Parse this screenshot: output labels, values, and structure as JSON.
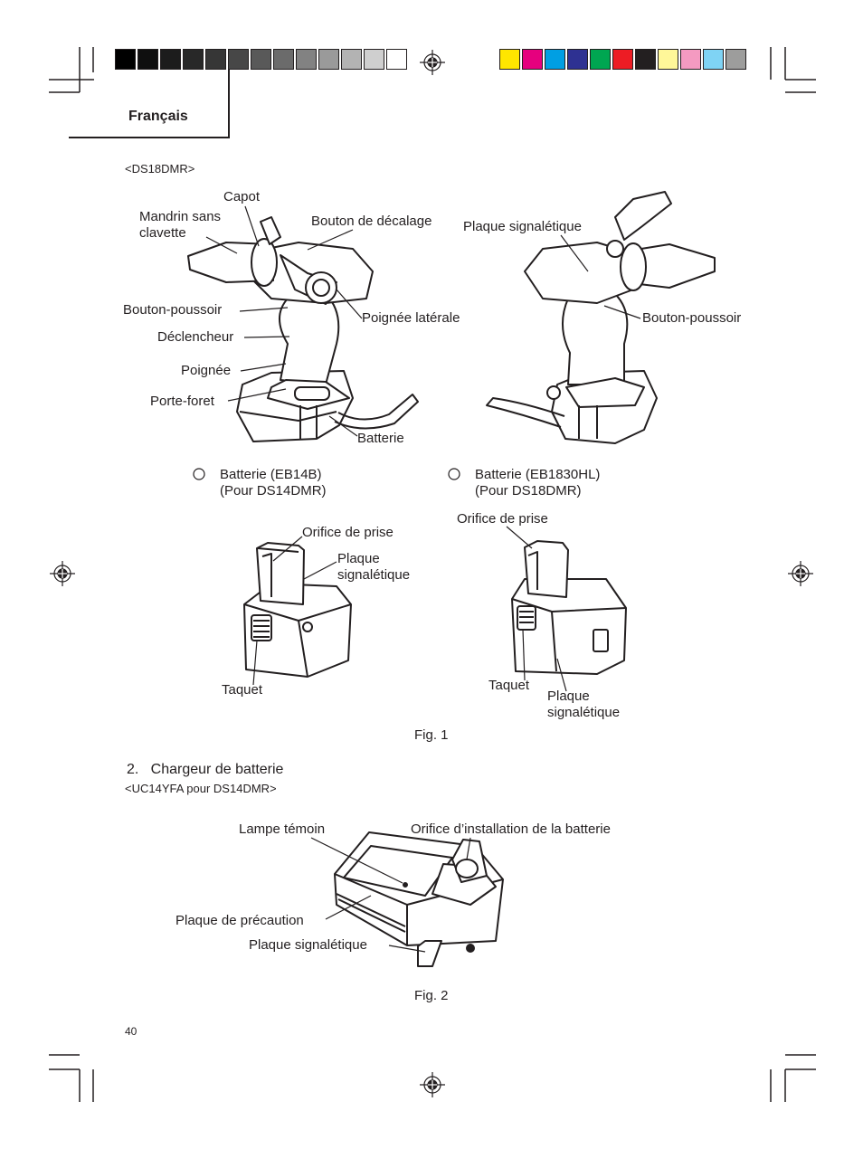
{
  "header": {
    "language_tab": "Français",
    "grayscale_bar": [
      "#000000",
      "#0f0f0f",
      "#1c1c1c",
      "#282828",
      "#363636",
      "#474747",
      "#595959",
      "#6b6b6b",
      "#828282",
      "#9a9a9a",
      "#b3b3b3",
      "#cfcfcf",
      "#ffffff"
    ],
    "color_bar": [
      "#ffe600",
      "#e6007e",
      "#009fe3",
      "#2e3192",
      "#00a651",
      "#ed1c24",
      "#231f20",
      "#fff799",
      "#f49ac1",
      "#7fd3f4",
      "#9d9d9c"
    ]
  },
  "figure1": {
    "model_label": "<DS18DMR>",
    "drill_labels": {
      "capot": "Capot",
      "mandrin": "Mandrin sans\nclavette",
      "bouton_decalage": "Bouton de décalage",
      "plaque_signaletique": "Plaque signalétique",
      "bouton_poussoir_left": "Bouton-poussoir",
      "poignee_laterale": "Poignée latérale",
      "bouton_poussoir_right": "Bouton-poussoir",
      "declencheur": "Déclencheur",
      "poignee": "Poignée",
      "porte_foret": "Porte-foret",
      "batterie": "Batterie"
    },
    "battery_left": {
      "title": "Batterie (EB14B)\n(Pour DS14DMR)",
      "orifice": "Orifice de prise",
      "plaque": "Plaque\nsignalétique",
      "taquet": "Taquet"
    },
    "battery_right": {
      "title": "Batterie (EB1830HL)\n(Pour DS18DMR)",
      "orifice": "Orifice de prise",
      "taquet": "Taquet",
      "plaque": "Plaque\nsignalétique"
    },
    "caption": "Fig. 1"
  },
  "section2": {
    "heading": "2.   Chargeur de batterie",
    "model_label": "<UC14YFA pour DS14DMR>",
    "labels": {
      "lampe": "Lampe témoin",
      "orifice": "Orifice d’installation de la batterie",
      "precaution": "Plaque de précaution",
      "signaletique": "Plaque signalétique"
    },
    "caption": "Fig. 2"
  },
  "page_number": "40"
}
